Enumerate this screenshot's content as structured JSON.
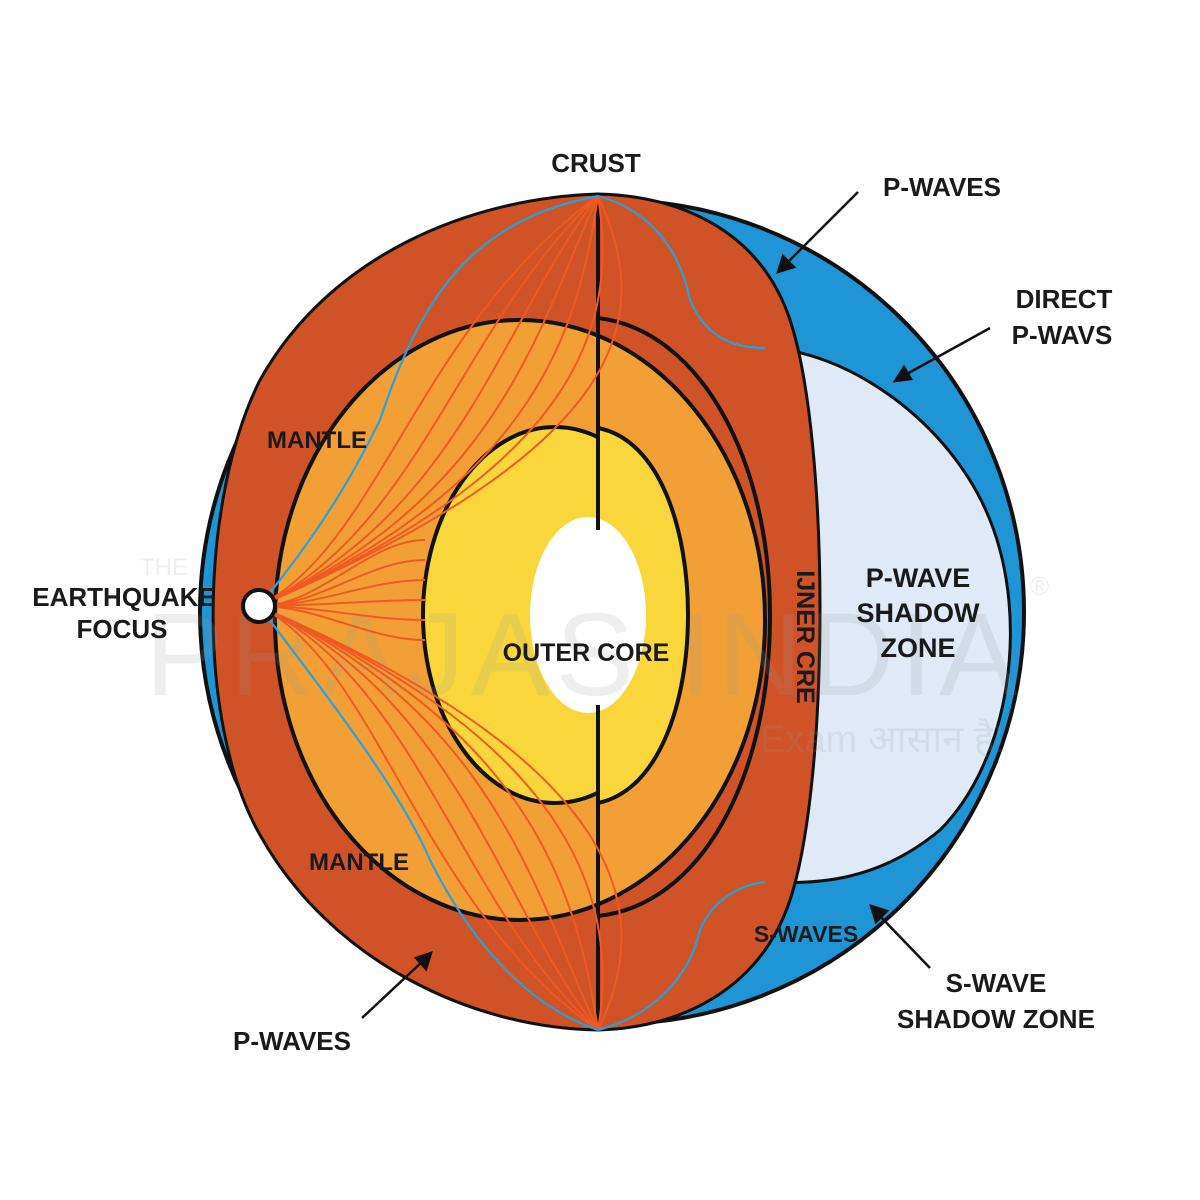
{
  "labels": {
    "crust": "CRUST",
    "p_waves_top": "P-WAVES",
    "direct_p_line1": "DIRECT",
    "direct_p_line2": "P-WAVS",
    "mantle_upper": "MANTLE",
    "mantle_lower": "MANTLE",
    "focus_line1": "EARTHQUAKE",
    "focus_line2": "FOCUS",
    "outer_core": "OUTER CORE",
    "inner_core": "IJNER CRE",
    "shadow_p_line1": "P-WAVE",
    "shadow_p_line2": "SHADOW",
    "shadow_p_line3": "ZONE",
    "s_waves": "S-WAVES",
    "shadow_s_line1": "S-WAVE",
    "shadow_s_line2": "SHADOW ZONE",
    "p_waves_bottom": "P-WAVES"
  },
  "watermark": {
    "small": "THE",
    "brand": "PRAJAS INDIA",
    "reg": "®",
    "tagline": "Exam आसान है!"
  },
  "colors": {
    "ocean_blue": "#1f95d6",
    "shadow_fill": "#dfeaf6",
    "mantle": "#cf5326",
    "outer_core_ring": "#f2a036",
    "core_yellow": "#f8d63c",
    "inner_white": "#ffffff",
    "ray_red": "#f05a22",
    "ray_blue": "#2aa0dc",
    "outline": "#111111"
  }
}
